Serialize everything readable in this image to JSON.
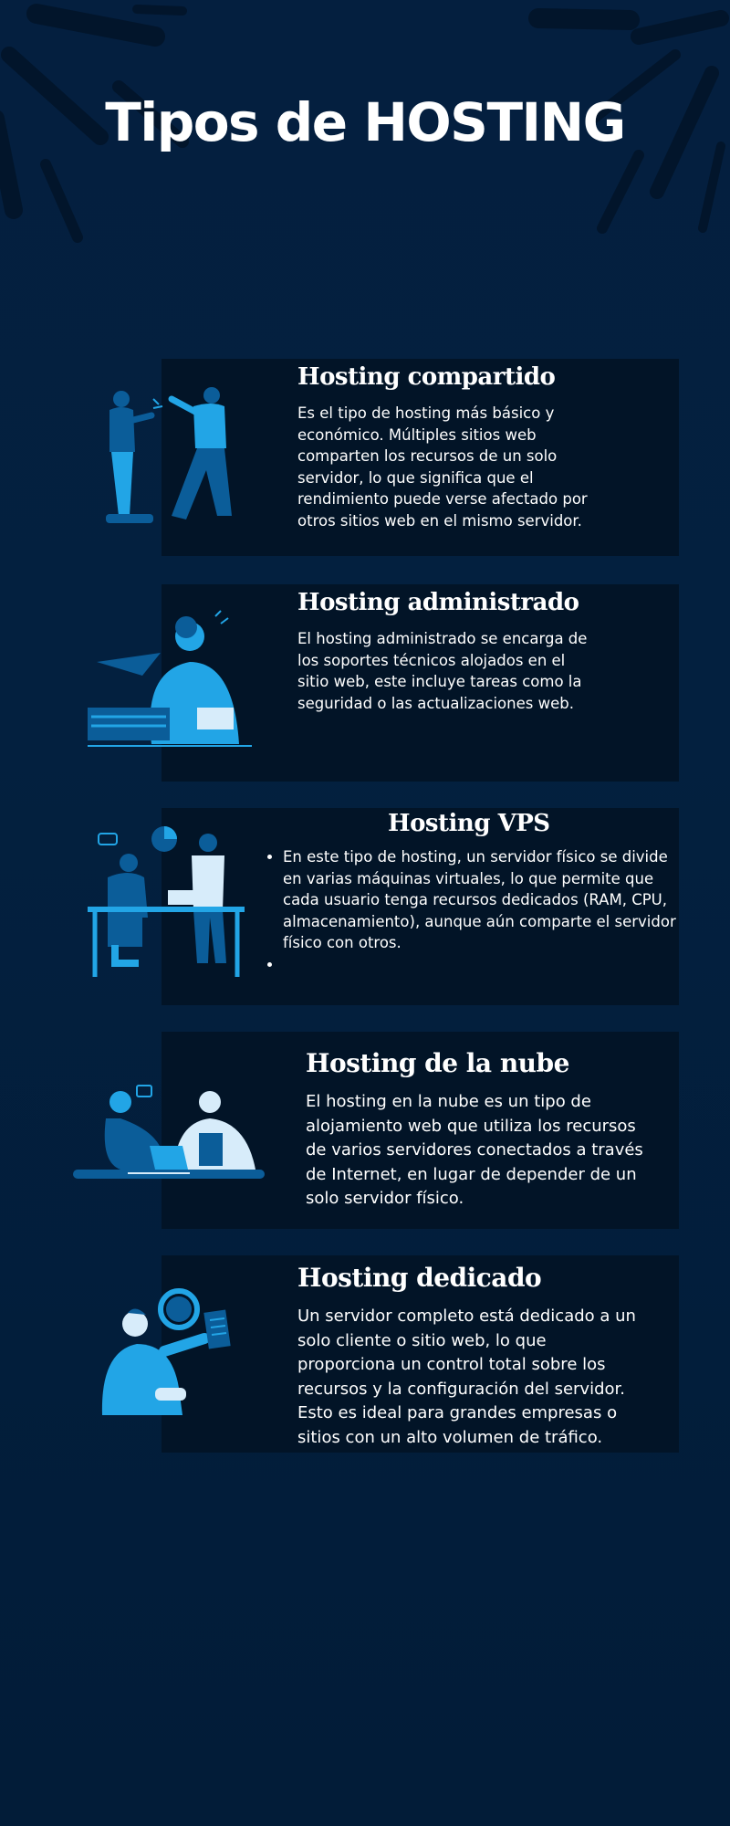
{
  "page": {
    "title": "Tipos de HOSTING"
  },
  "cards": [
    {
      "title": "Hosting compartido",
      "text": " Es el tipo de hosting más básico y económico. Múltiples sitios web comparten los recursos de un solo servidor, lo que significa que el rendimiento puede verse afectado por otros sitios web en el mismo servidor.",
      "illustration": "two-people-talking-illustration"
    },
    {
      "title": "Hosting administrado",
      "text": "El hosting administrado se encarga de los soportes técnicos alojados en el sitio web, este incluye tareas como la seguridad o las actualizaciones web.",
      "illustration": "person-at-laptop-illustration"
    },
    {
      "title": "Hosting VPS",
      "bullets": [
        "En este tipo de hosting, un servidor físico se divide en varias máquinas virtuales, lo que permite que cada usuario tenga recursos dedicados (RAM, CPU, almacenamiento), aunque aún comparte el servidor físico con otros.",
        ""
      ],
      "illustration": "people-at-desk-illustration"
    },
    {
      "title": "Hosting de la nube",
      "text": "El hosting en la nube es un tipo de alojamiento web que utiliza los recursos de varios servidores conectados a través de Internet, en lugar de depender de un solo servidor físico.",
      "illustration": "two-people-laptop-illustration"
    },
    {
      "title": "Hosting dedicado",
      "text": "Un servidor completo está dedicado a un solo cliente o sitio web, lo que proporciona un control total sobre los recursos y la configuración del servidor. Esto es ideal para grandes empresas o sitios con un alto volumen de tráfico.",
      "illustration": "person-with-document-illustration"
    }
  ],
  "colors": {
    "background": "#03203f",
    "card": "#021427",
    "accent": "#22a5e6",
    "accent_dark": "#0b5d99",
    "text": "#ffffff"
  }
}
